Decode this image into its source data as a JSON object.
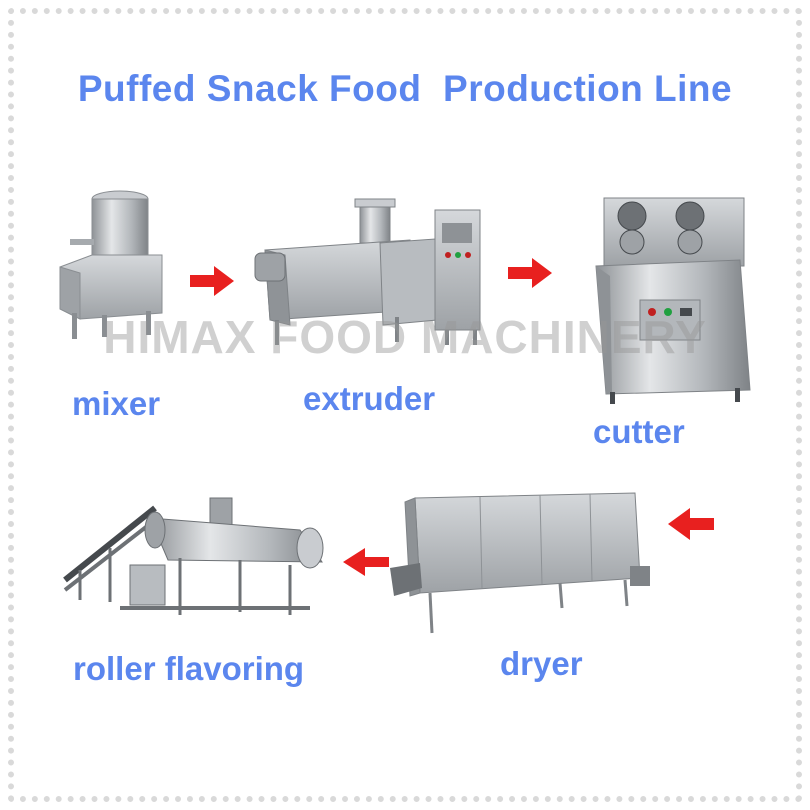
{
  "title": "Puffed Snack Food  Production Line",
  "watermark": "HIMAX FOOD MACHINERY",
  "stages": {
    "mixer": "mixer",
    "extruder": "extruder",
    "cutter": "cutter",
    "dryer": "dryer",
    "roller": "roller flavoring"
  },
  "colors": {
    "text": "#5b86ee",
    "arrow": "#e8201f",
    "steel": "#b8bcc0"
  },
  "icons": [
    "mixer-machine-icon",
    "extruder-machine-icon",
    "cutter-machine-icon",
    "dryer-machine-icon",
    "roller-flavoring-machine-icon",
    "right-arrow-icon",
    "left-arrow-icon"
  ]
}
